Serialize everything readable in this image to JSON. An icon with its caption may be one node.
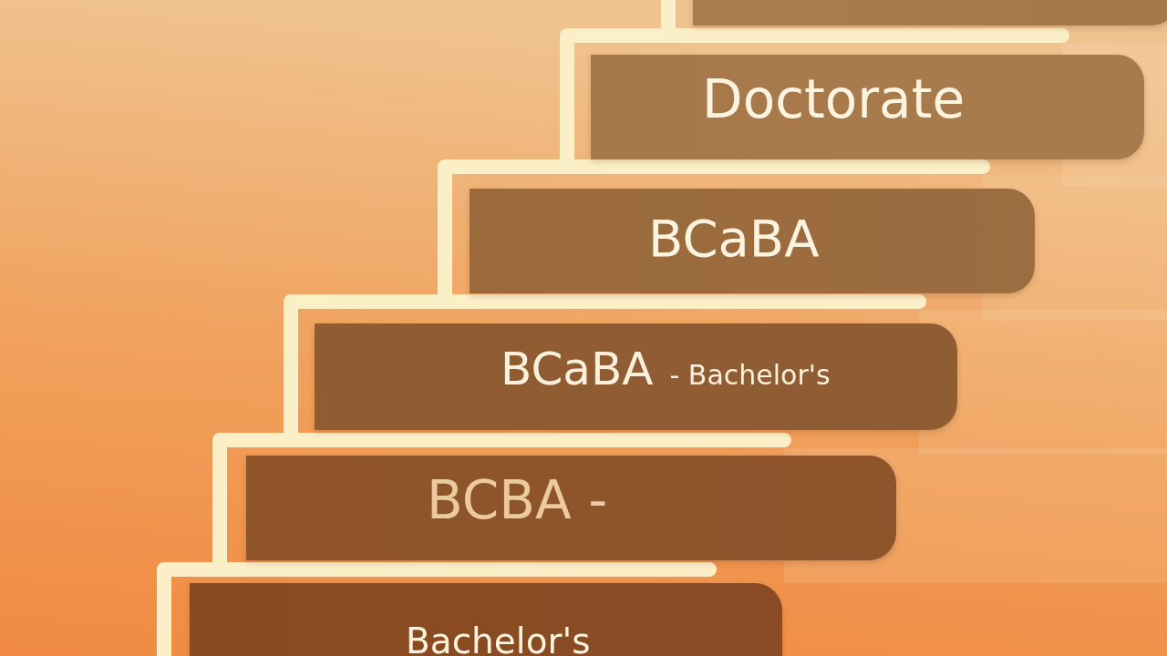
{
  "diagram": {
    "nodes": [
      {
        "text": [],
        "shape": "bar"
      },
      {
        "text": [
          "Doctorate"
        ]
      },
      {
        "text": [
          "BCaBA"
        ]
      },
      {
        "text": [
          "BCaBA",
          "- Bachelor's"
        ]
      },
      {
        "text": [
          "BCBA -"
        ]
      },
      {
        "text": [
          "Bachelor's"
        ]
      }
    ]
  }
}
